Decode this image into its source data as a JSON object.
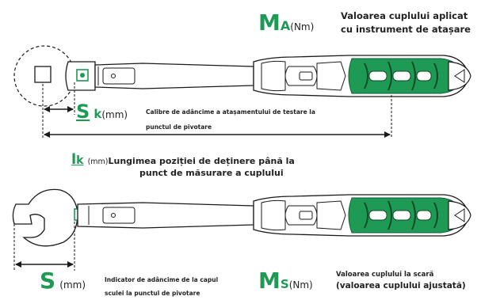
{
  "colors": {
    "accent": "#1f9a55",
    "line": "#1a1a1a"
  },
  "top": {
    "ma_symbol": "M",
    "ma_sub": "A",
    "ma_unit": "(Nm)",
    "ma_desc_line1": "Valoarea cuplului aplicat",
    "ma_desc_line2": "cu instrument de atașare",
    "sk_symbol": "S",
    "sk_sub": "k",
    "sk_unit": "(mm)",
    "sk_desc_line1": "Calibre de adâncime a atașamentului de testare la",
    "sk_desc_line2": "punctul de pivotare",
    "lk_symbol": "l",
    "lk_sub": "k",
    "lk_unit": "(mm)",
    "lk_desc_line1": "Lungimea poziției de deținere până la",
    "lk_desc_line2": "punct de măsurare a cuplului"
  },
  "bottom": {
    "s_symbol": "S",
    "s_unit": "(mm)",
    "s_desc_line1": "Indicator de adâncime de la capul",
    "s_desc_line2": "sculei la punctul de pivotare",
    "ms_symbol": "M",
    "ms_sub": "S",
    "ms_unit": "(Nm)",
    "ms_desc_line1": "Valoarea cuplului la scară",
    "ms_desc_line2": "(valoarea cuplului ajustată)"
  }
}
